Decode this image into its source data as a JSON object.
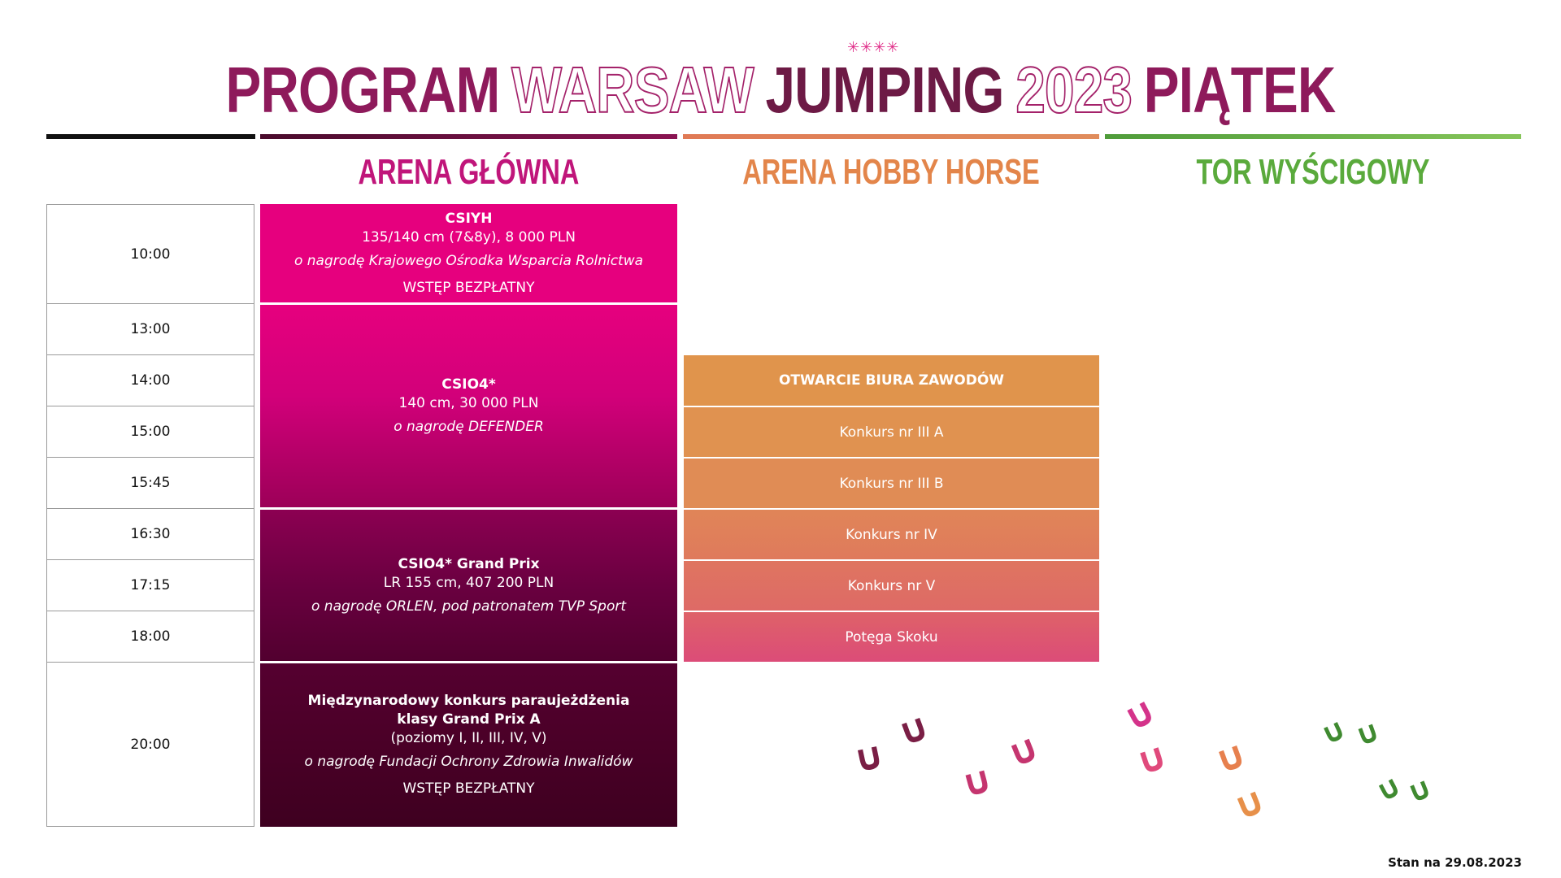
{
  "title": {
    "word1": "PROGRAM",
    "word2": "WARSAW",
    "word3": "JUMPING",
    "word4": "2023",
    "word5": "PIĄTEK"
  },
  "arenas": {
    "main": "ARENA GŁÓWNA",
    "hobby": "ARENA HOBBY HORSE",
    "tor": "TOR WYŚCIGOWY"
  },
  "times": [
    "10:00",
    "13:00",
    "14:00",
    "15:00",
    "15:45",
    "16:30",
    "17:15",
    "18:00",
    "20:00"
  ],
  "main_events": [
    {
      "title": "CSIYH",
      "line": "135/140 cm (7&8y), 8 000 PLN",
      "italic": "o nagrodę Krajowego Ośrodka Wsparcia Rolnictwa",
      "free": "WSTĘP BEZPŁATNY"
    },
    {
      "title": "CSIO4*",
      "line": "140 cm, 30 000 PLN",
      "italic": "o nagrodę DEFENDER"
    },
    {
      "title": "CSIO4* Grand Prix",
      "line": "LR 155 cm, 407 200 PLN",
      "italic": "o nagrodę ORLEN, pod patronatem TVP Sport"
    },
    {
      "title": "Międzynarodowy konkurs paraujeżdżenia",
      "title2": "klasy Grand Prix A",
      "line": "(poziomy I, II, III, IV, V)",
      "italic": "o nagrodę Fundacji Ochrony Zdrowia Inwalidów",
      "free": "WSTĘP BEZPŁATNY"
    }
  ],
  "hobby_events": [
    "OTWARCIE BIURA ZAWODÓW",
    "Konkurs nr III A",
    "Konkurs nr III B",
    "Konkurs nr IV",
    "Konkurs nr V",
    "Potęga Skoku"
  ],
  "footer": {
    "stan": "Stan na 29.08.2023"
  },
  "colors": {
    "main_pink": "#e6007e",
    "main_dark": "#4a0020",
    "hobby_orange": "#e0944c",
    "hobby_pink": "#dc4c78",
    "green": "#5aaa3c"
  },
  "decor": {
    "sparkle_icon": "sparkle-icon",
    "horseshoe_icon": "horseshoe-icon"
  }
}
